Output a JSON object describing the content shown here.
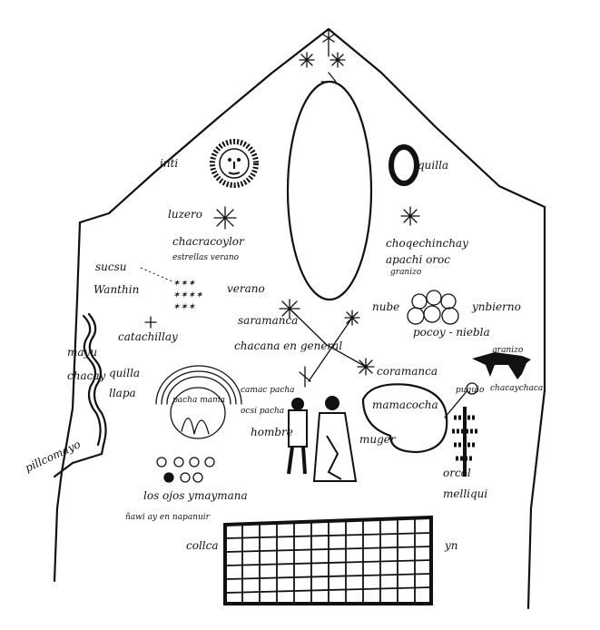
{
  "ink_color": "#111111",
  "paper_color": "#ffffff",
  "labels": {
    "inti": "inti",
    "luzero": "luzero",
    "chacra": "chacracoylor",
    "estrella": "estrellas verano",
    "sucsu": "sucsu",
    "sucsu2": "Wanthin",
    "verano": "verano",
    "quilla": "quilla",
    "choqechinchay": "choqechinchay",
    "apachi": "apachi oroc",
    "granizo": "granizo",
    "nube": "nube",
    "ynbierno": "ynbierno",
    "pocoy": "pocoy - niebla",
    "saramanca": "saramanca",
    "chacana": "chacana en general",
    "coramanca": "coramanca",
    "catachillay": "catachillay",
    "mayu": "mayu",
    "chacay": "chacay",
    "quilla2": "quilla",
    "llapa": "llapa",
    "pacha": "pacha mama",
    "pacha2": "camac pacha",
    "ocsi": "ocsi pacha",
    "hombre": "hombre",
    "muger": "muger",
    "mamacocha": "mamacocha",
    "pilcomayo": "pillcomayo",
    "los_ojos": "los ojos ymaymana",
    "ñawi": "ñawi ay en napanuir",
    "collca": "collca",
    "puquio": "puquio",
    "chacaychaca": "chacaychaca",
    "granizo2": "granizo",
    "orcol": "orcol",
    "melliqui": "melliqui",
    "yn": "yn"
  }
}
